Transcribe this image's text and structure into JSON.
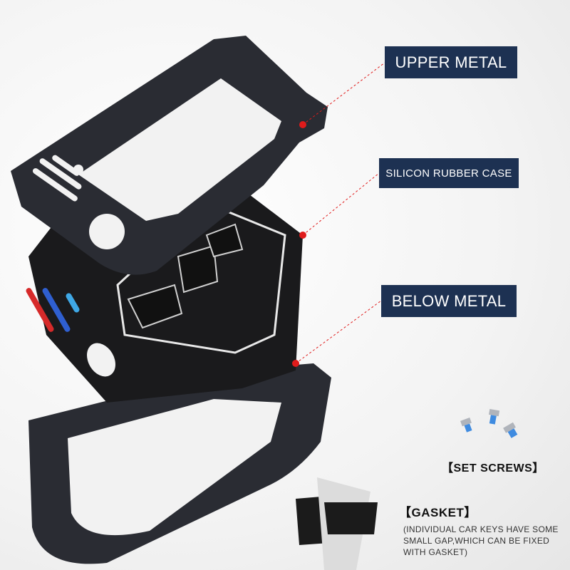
{
  "labels": {
    "upper_metal": "UPPER METAL",
    "silicon_rubber_case": "SILICON RUBBER CASE",
    "below_metal": "BELOW METAL"
  },
  "accessories": {
    "set_screws": "【SET SCREWS】",
    "gasket_title": "【GASKET】",
    "gasket_description": "(INDIVIDUAL CAR KEYS HAVE SOME SMALL GAP,WHICH CAN BE FIXED WITH GASKET)"
  },
  "colors": {
    "label_background": "#1d3152",
    "metal": "#2a2c33",
    "rubber": "#1a1a1c",
    "stripe_red": "#d62a2a",
    "stripe_blue": "#2f5fd0",
    "stripe_light_blue": "#3fa8e6",
    "marker_red": "#e01b1b"
  }
}
